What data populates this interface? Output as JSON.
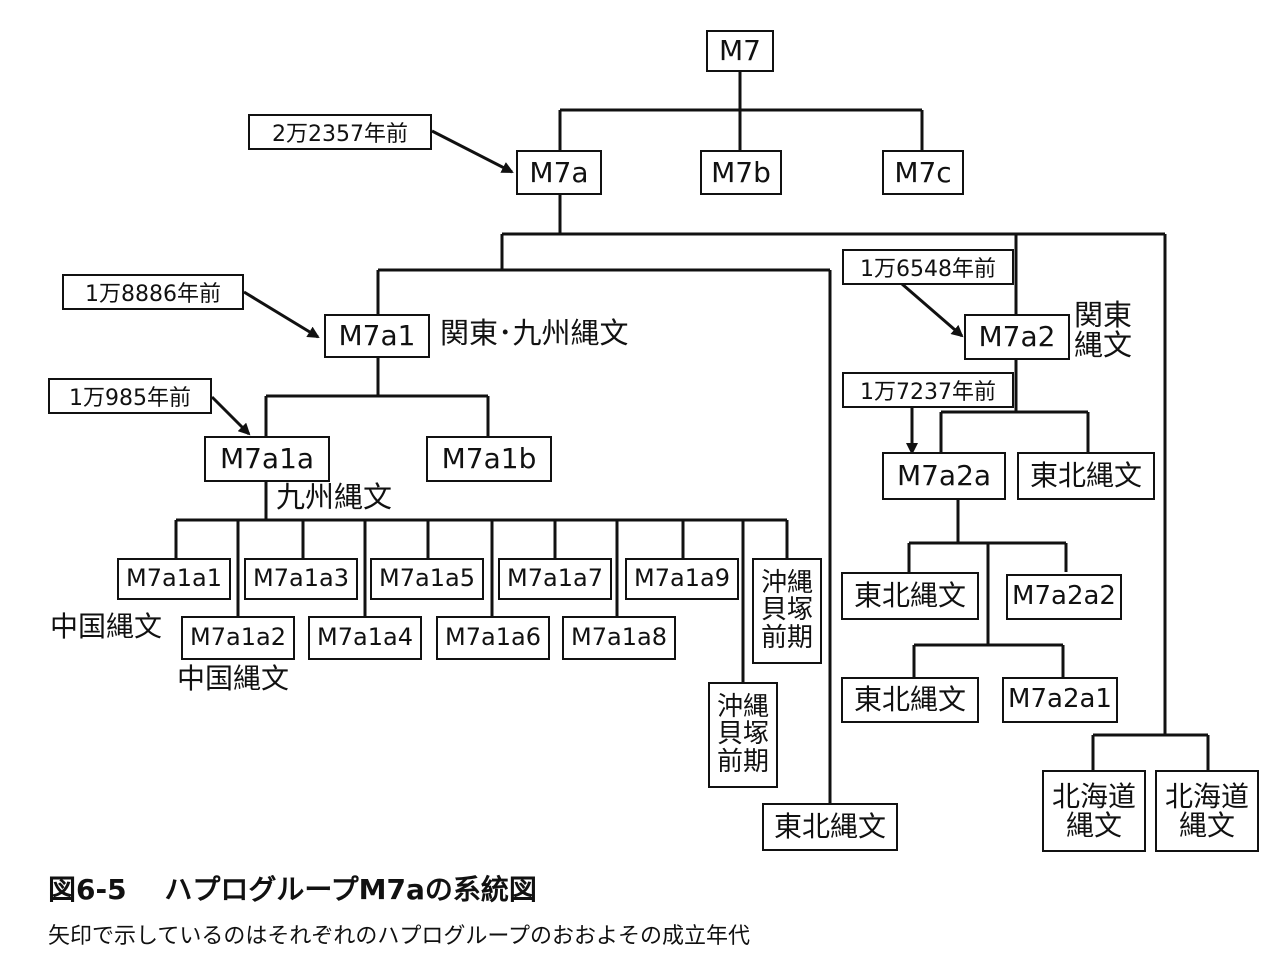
{
  "nodes": {
    "m7": "M7",
    "m7a": "M7a",
    "m7b": "M7b",
    "m7c": "M7c",
    "m7a1": "M7a1",
    "m7a2": "M7a2",
    "m7a1a": "M7a1a",
    "m7a1b": "M7a1b",
    "m7a1a1": "M7a1a1",
    "m7a1a2": "M7a1a2",
    "m7a1a3": "M7a1a3",
    "m7a1a4": "M7a1a4",
    "m7a1a5": "M7a1a5",
    "m7a1a6": "M7a1a6",
    "m7a1a7": "M7a1a7",
    "m7a1a8": "M7a1a8",
    "m7a1a9": "M7a1a9",
    "okinawa_a": "沖縄\n貝塚\n前期",
    "okinawa_b": "沖縄\n貝塚\n前期",
    "tohoku_a1": "東北縄文",
    "m7a2a": "M7a2a",
    "tohoku_a2": "東北縄文",
    "tohoku_a2a_1": "東北縄文",
    "m7a2a2": "M7a2a2",
    "tohoku_a2a_2": "東北縄文",
    "m7a2a1": "M7a2a1",
    "hokkaido_1": "北海道\n縄文",
    "hokkaido_2": "北海道\n縄文"
  },
  "dates": {
    "m7a": "2万2357年前",
    "m7a1": "1万8886年前",
    "m7a1a": "1万985年前",
    "m7a2": "1万6548年前",
    "m7a2a": "1万7237年前"
  },
  "labels": {
    "m7a1_region": "関東･九州縄文",
    "m7a2_region": "関東\n縄文",
    "m7a1a_region": "九州縄文",
    "m7a1a1_region": "中国縄文",
    "m7a1a2_region": "中国縄文"
  },
  "caption": {
    "title": "図6-5　 ハプログループM7aの系統図",
    "subtitle": "矢印で示しているのはそれぞれのハプログループのおおよその成立年代"
  }
}
